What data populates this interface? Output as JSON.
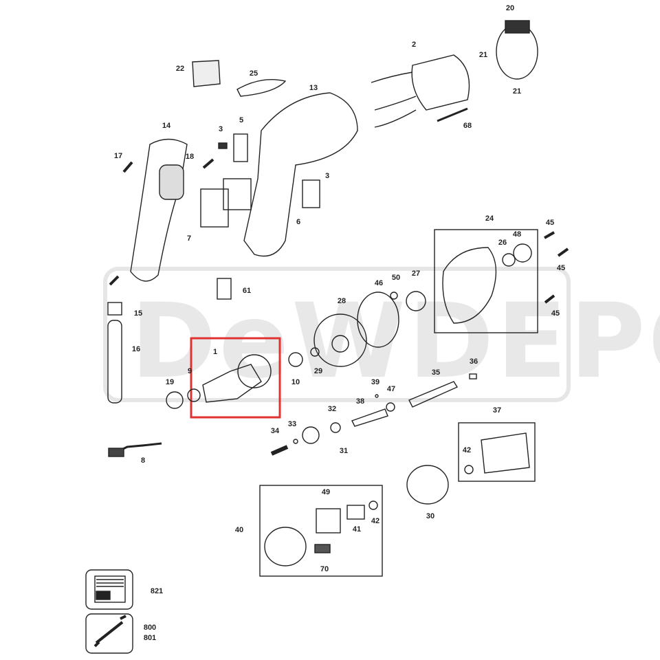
{
  "watermark": "DeWDEPO",
  "highlight_color": "#e0322f",
  "callouts": [
    {
      "id": "c20",
      "text": "20"
    },
    {
      "id": "c21a",
      "text": "21"
    },
    {
      "id": "c21b",
      "text": "21"
    },
    {
      "id": "c2",
      "text": "2"
    },
    {
      "id": "c22",
      "text": "22"
    },
    {
      "id": "c25",
      "text": "25"
    },
    {
      "id": "c13",
      "text": "13"
    },
    {
      "id": "c68",
      "text": "68"
    },
    {
      "id": "c14",
      "text": "14"
    },
    {
      "id": "c3a",
      "text": "3"
    },
    {
      "id": "c5",
      "text": "5"
    },
    {
      "id": "c17",
      "text": "17"
    },
    {
      "id": "c18",
      "text": "18"
    },
    {
      "id": "c3b",
      "text": "3"
    },
    {
      "id": "c7",
      "text": "7"
    },
    {
      "id": "c6",
      "text": "6"
    },
    {
      "id": "c24",
      "text": "24"
    },
    {
      "id": "c45a",
      "text": "45"
    },
    {
      "id": "c48",
      "text": "48"
    },
    {
      "id": "c26",
      "text": "26"
    },
    {
      "id": "c45b",
      "text": "45"
    },
    {
      "id": "c61",
      "text": "61"
    },
    {
      "id": "c46",
      "text": "46"
    },
    {
      "id": "c50",
      "text": "50"
    },
    {
      "id": "c27",
      "text": "27"
    },
    {
      "id": "c15",
      "text": "15"
    },
    {
      "id": "c28",
      "text": "28"
    },
    {
      "id": "c45c",
      "text": "45"
    },
    {
      "id": "c16",
      "text": "16"
    },
    {
      "id": "c1",
      "text": "1"
    },
    {
      "id": "c10",
      "text": "10"
    },
    {
      "id": "c29",
      "text": "29"
    },
    {
      "id": "c36",
      "text": "36"
    },
    {
      "id": "c9",
      "text": "9"
    },
    {
      "id": "c39",
      "text": "39"
    },
    {
      "id": "c35",
      "text": "35"
    },
    {
      "id": "c19",
      "text": "19"
    },
    {
      "id": "c47",
      "text": "47"
    },
    {
      "id": "c38",
      "text": "38"
    },
    {
      "id": "c32",
      "text": "32"
    },
    {
      "id": "c33",
      "text": "33"
    },
    {
      "id": "c34",
      "text": "34"
    },
    {
      "id": "c31",
      "text": "31"
    },
    {
      "id": "c37",
      "text": "37"
    },
    {
      "id": "c8",
      "text": "8"
    },
    {
      "id": "c42a",
      "text": "42"
    },
    {
      "id": "c30",
      "text": "30"
    },
    {
      "id": "c49",
      "text": "49"
    },
    {
      "id": "c40",
      "text": "40"
    },
    {
      "id": "c41",
      "text": "41"
    },
    {
      "id": "c42b",
      "text": "42"
    },
    {
      "id": "c70",
      "text": "70"
    },
    {
      "id": "c821",
      "text": "821"
    },
    {
      "id": "c800",
      "text": "800"
    },
    {
      "id": "c801",
      "text": "801"
    }
  ]
}
